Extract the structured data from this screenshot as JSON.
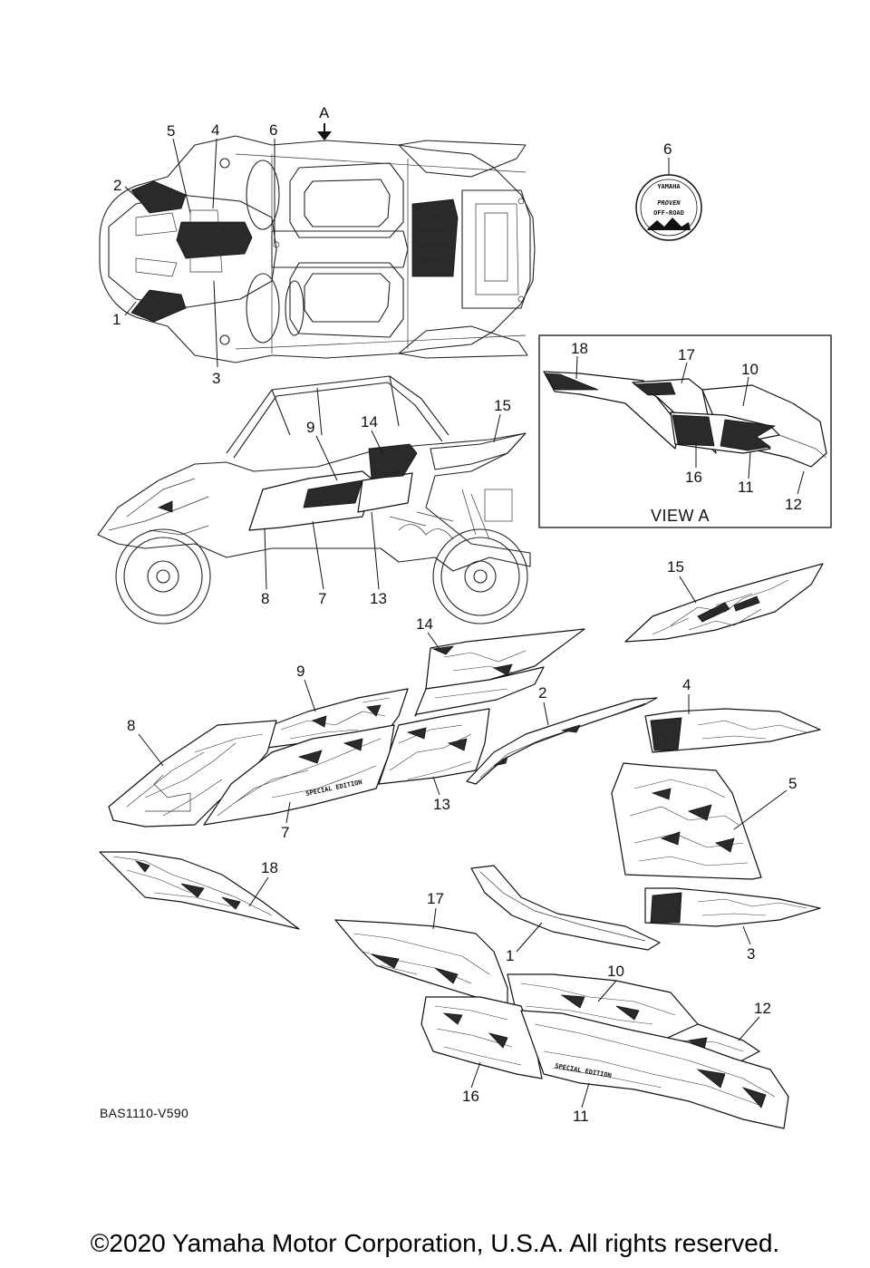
{
  "arrow_label": "A",
  "callouts": {
    "top_view": [
      "5",
      "4",
      "6",
      "2",
      "1",
      "3"
    ],
    "side_view": [
      "9",
      "14",
      "15",
      "8",
      "7",
      "13"
    ],
    "view_a": [
      "18",
      "17",
      "10",
      "16",
      "11",
      "12"
    ],
    "parts": [
      "15",
      "14",
      "9",
      "2",
      "4",
      "8",
      "7",
      "13",
      "5",
      "18",
      "17",
      "3",
      "1",
      "10",
      "12",
      "16",
      "11"
    ],
    "emblem": "6"
  },
  "view_a_title": "VIEW A",
  "emblem_text": {
    "brand": "YAMAHA",
    "line1": "PROVEN",
    "line2": "OFF-ROAD"
  },
  "decal_text": {
    "special_edition": "SPECIAL EDITION"
  },
  "diagram_code": "BAS1110-V590",
  "copyright": "©2020 Yamaha Motor Corporation, U.S.A. All rights reserved."
}
